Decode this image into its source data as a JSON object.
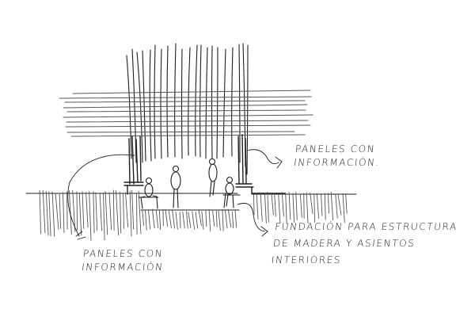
{
  "sketch": {
    "type": "architectural section sketch",
    "ink_color": "#1e1e1e",
    "background": "#ffffff"
  },
  "annotations": {
    "right_top": {
      "line1": "Paneles con",
      "line2": "información."
    },
    "bottom_right": {
      "line1": "Fundación para estructura",
      "line2": "de madera y asientos",
      "line3": "interiores"
    },
    "bottom_left": {
      "line1": "Paneles con",
      "line2": "información"
    }
  }
}
